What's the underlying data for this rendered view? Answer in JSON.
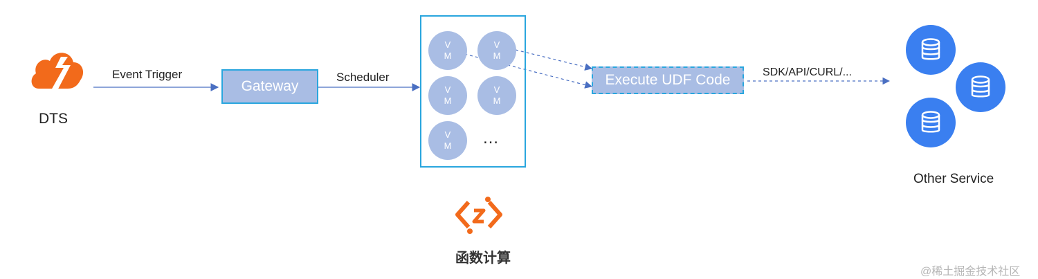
{
  "dts": {
    "label": "DTS",
    "icon": "dts-cloud-icon"
  },
  "edges": {
    "event_trigger": "Event Trigger",
    "scheduler": "Scheduler",
    "sdk": "SDK/API/CURL/..."
  },
  "gateway": {
    "label": "Gateway"
  },
  "vm_pool": {
    "vms": [
      {
        "top": "V",
        "bottom": "M"
      },
      {
        "top": "V",
        "bottom": "M"
      },
      {
        "top": "V",
        "bottom": "M"
      },
      {
        "top": "V",
        "bottom": "M"
      },
      {
        "top": "V",
        "bottom": "M"
      }
    ],
    "ellipsis": "…"
  },
  "execute": {
    "label": "Execute UDF Code"
  },
  "function_compute": {
    "label": "函数计算",
    "icon": "function-compute-logo-icon"
  },
  "other_service": {
    "label": "Other Service",
    "icon": "database-icon"
  },
  "watermark": "@稀土掘金技术社区",
  "colors": {
    "orange": "#f26a1b",
    "blue_border": "#29a6de",
    "box_fill": "#a9bde4",
    "arrow": "#4a6fc2",
    "db_blue": "#3a7ff0"
  }
}
